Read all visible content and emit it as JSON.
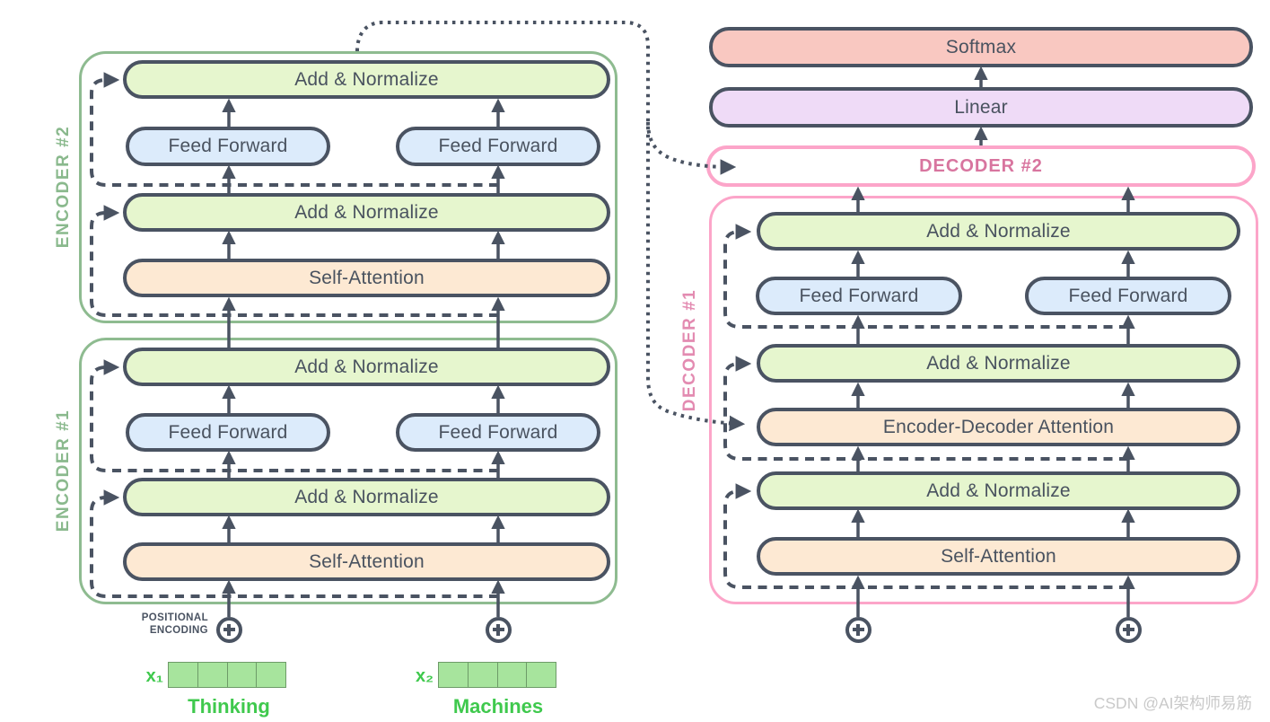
{
  "stacks": {
    "encoder2": "ENCODER #2",
    "encoder1": "ENCODER #1",
    "decoder1": "DECODER #1",
    "decoder2": "DECODER #2"
  },
  "blocks": {
    "add_normalize": "Add & Normalize",
    "feed_forward": "Feed Forward",
    "self_attention": "Self-Attention",
    "encoder_decoder_attention": "Encoder-Decoder Attention",
    "linear": "Linear",
    "softmax": "Softmax"
  },
  "inputs": {
    "positional_encoding_line1": "POSITIONAL",
    "positional_encoding_line2": "ENCODING",
    "x1_label": "x₁",
    "x2_label": "x₂",
    "token1": "Thinking",
    "token2": "Machines",
    "vector_cell_count": 4
  },
  "watermark": "CSDN @AI架构师易筋",
  "colors": {
    "outline_dark": "#4a5362",
    "encoder_frame_green": "#8ebb90",
    "decoder_frame_pink": "#fca5c9",
    "stack_label_green": "#8ab98d",
    "stack_label_pink": "#e38bb1",
    "add_normalize_fill": "#e6f6ce",
    "feed_forward_fill": "#dcebfb",
    "attention_fill": "#fde9d3",
    "softmax_fill": "#f9c8c1",
    "linear_fill": "#efdbf7",
    "token_green": "#3fc94d",
    "vector_fill": "#a7e49d",
    "watermark_gray": "#c9c9c9"
  }
}
